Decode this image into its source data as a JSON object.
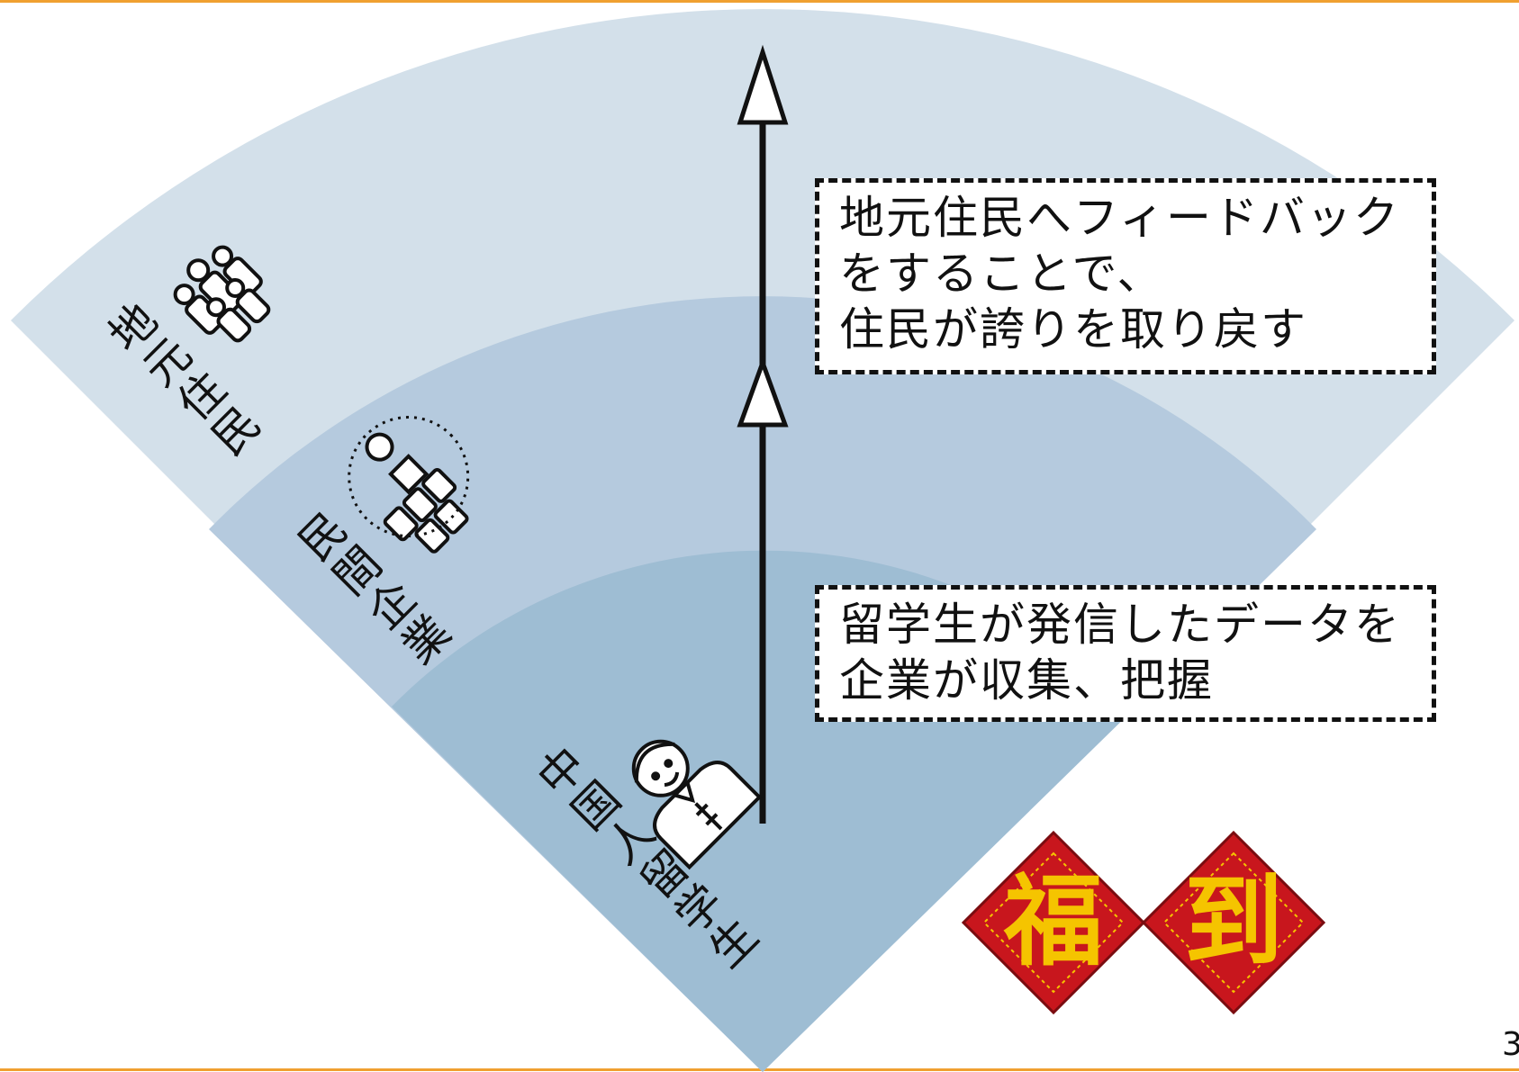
{
  "diagram": {
    "rings": [
      {
        "label": "地元住民",
        "icon": "residents-group-icon"
      },
      {
        "label": "民間企業",
        "icon": "companies-buildings-icon"
      },
      {
        "label": "中国人留学生",
        "icon": "student-person-icon"
      }
    ],
    "callouts": {
      "top": [
        "地元住民へフィードバック",
        "をすることで、",
        "住民が誇りを取り戻す"
      ],
      "bottom": [
        "留学生が発信したデータを",
        "企業が収集、把握"
      ]
    },
    "decoration": {
      "chars": [
        "福",
        "到"
      ]
    },
    "page_number": "3"
  },
  "colors": {
    "outer_ring": "#d3e0ea",
    "middle_ring": "#b5cade",
    "inner_ring": "#9ebdd3",
    "accent_rule": "#f0a030",
    "diamond_red": "#c8161d",
    "diamond_gold": "#f5c400"
  }
}
